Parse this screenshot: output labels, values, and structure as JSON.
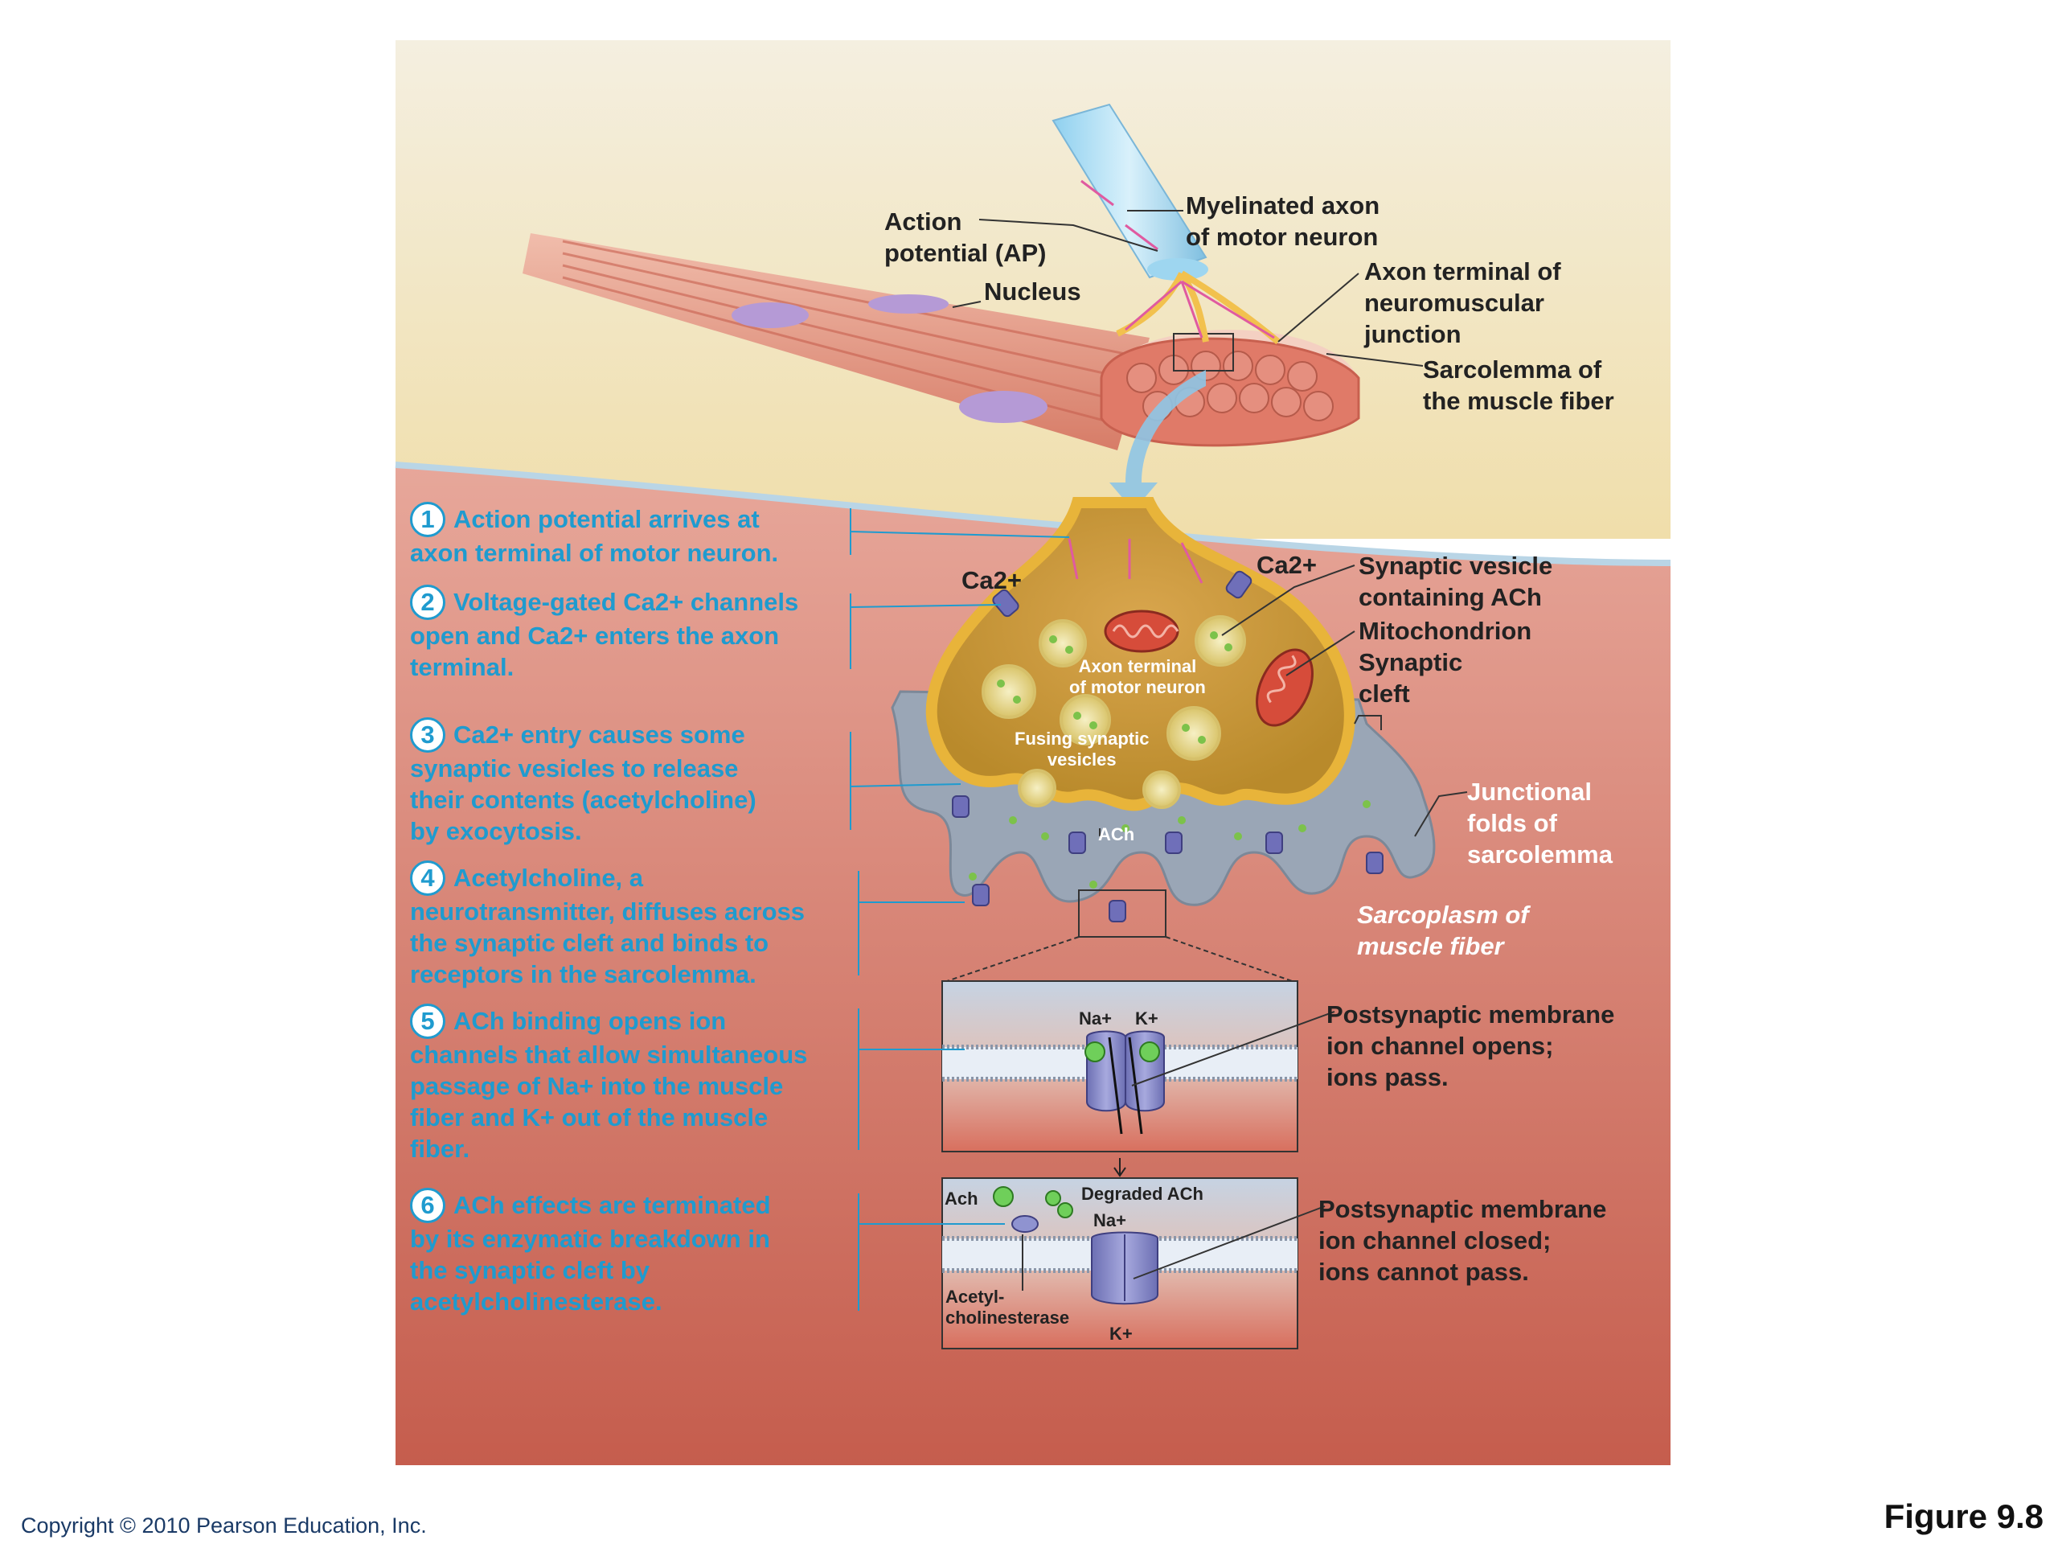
{
  "labels": {
    "action_potential": [
      "Action",
      "potential (AP)"
    ],
    "myelinated_axon": [
      "Myelinated axon",
      "of motor neuron"
    ],
    "nucleus": "Nucleus",
    "axon_terminal_nmj": [
      "Axon terminal of",
      "neuromuscular",
      "junction"
    ],
    "sarcolemma": [
      "Sarcolemma of",
      "the muscle fiber"
    ],
    "ca_left": "Ca2+",
    "ca_right": "Ca2+",
    "synaptic_vesicle": [
      "Synaptic vesicle",
      "containing ACh"
    ],
    "mitochondrion": "Mitochondrion",
    "synaptic_cleft": [
      "Synaptic",
      "cleft"
    ],
    "axon_terminal_inner": [
      "Axon terminal",
      "of motor neuron"
    ],
    "fusing_vesicles": [
      "Fusing synaptic",
      "vesicles"
    ],
    "ach": "ACh",
    "junctional_folds": [
      "Junctional",
      "folds of",
      "sarcolemma"
    ],
    "sarcoplasm": [
      "Sarcoplasm of",
      "muscle fiber"
    ],
    "na": "Na+",
    "k": "K+",
    "post_open": [
      "Postsynaptic membrane",
      "ion channel opens;",
      "ions pass."
    ],
    "ach2": "Ach",
    "degraded_ach": "Degraded ACh",
    "na2": "Na+",
    "acetylcholinesterase": [
      "Acetyl-",
      "cholinesterase"
    ],
    "k2": "K+",
    "post_closed": [
      "Postsynaptic membrane",
      "ion channel closed;",
      "ions cannot pass."
    ]
  },
  "steps": [
    {
      "num": "1",
      "lines": [
        "Action potential arrives at",
        "axon terminal of motor neuron."
      ]
    },
    {
      "num": "2",
      "lines": [
        "Voltage-gated Ca2+ channels",
        "open and Ca2+ enters the axon",
        "terminal."
      ]
    },
    {
      "num": "3",
      "lines": [
        "Ca2+ entry causes some",
        "synaptic vesicles to release",
        "their contents (acetylcholine)",
        "by exocytosis."
      ]
    },
    {
      "num": "4",
      "lines": [
        "Acetylcholine, a",
        "neurotransmitter, diffuses across",
        "the synaptic cleft and binds to",
        "receptors in the sarcolemma."
      ]
    },
    {
      "num": "5",
      "lines": [
        "ACh binding opens ion",
        "channels that allow simultaneous",
        "passage of Na+  into the muscle",
        "fiber and K+ out of the muscle",
        "fiber."
      ]
    },
    {
      "num": "6",
      "lines": [
        "ACh effects are terminated",
        "by its enzymatic breakdown in",
        "the synaptic cleft by",
        "acetylcholinesterase."
      ]
    }
  ],
  "footer": {
    "copyright": "Copyright © 2010 Pearson Education, Inc.",
    "figure": "Figure 9.8"
  },
  "colors": {
    "step_text": "#1f9bcf",
    "background_top": "#f3ecd2",
    "muscle": "#d9837a",
    "sarcoplasm": "#c76455",
    "terminal": "#e8b43a",
    "cleft": "#98a4b4"
  }
}
